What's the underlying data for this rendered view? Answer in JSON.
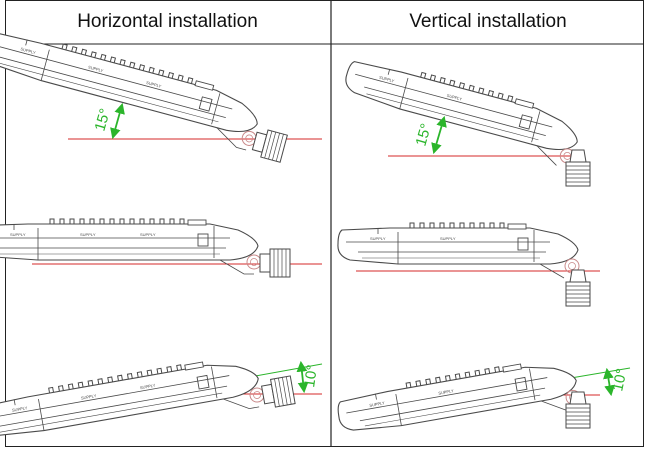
{
  "columns": [
    {
      "title": "Horizontal installation",
      "angles": [
        "15°",
        "",
        "10°"
      ]
    },
    {
      "title": "Vertical installation",
      "angles": [
        "15°",
        "",
        "10°"
      ]
    }
  ],
  "colors": {
    "line": "#4a4a4a",
    "reference": "#d42a2a",
    "angle": "#2bb52b",
    "border": "#222222"
  }
}
